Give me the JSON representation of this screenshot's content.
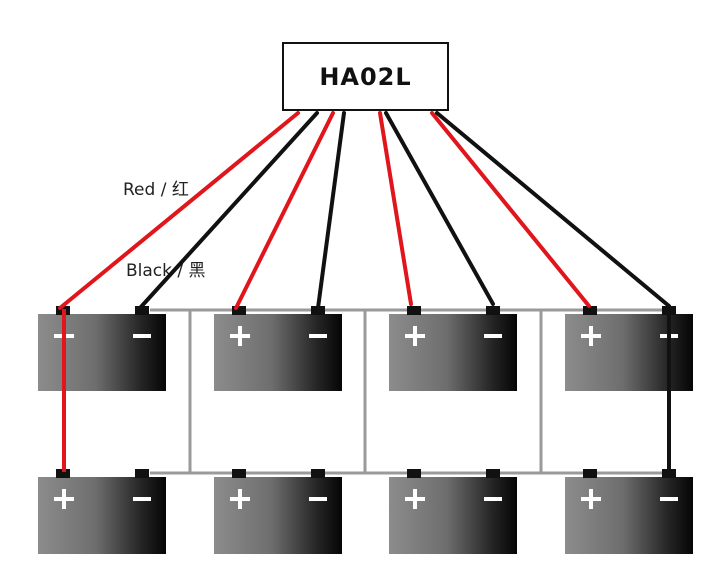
{
  "device": {
    "name": "HA02L"
  },
  "wire_labels": {
    "red": "Red / 红",
    "black": "Black / 黑"
  },
  "battery_terminal_symbols": {
    "positive": "+",
    "negative": "−"
  },
  "colors": {
    "red_wire": "#e0161c",
    "black_wire": "#111111",
    "link_wire": "#9a9a9a"
  },
  "layout_summary": {
    "rows": 2,
    "batteries_per_row": 4
  }
}
